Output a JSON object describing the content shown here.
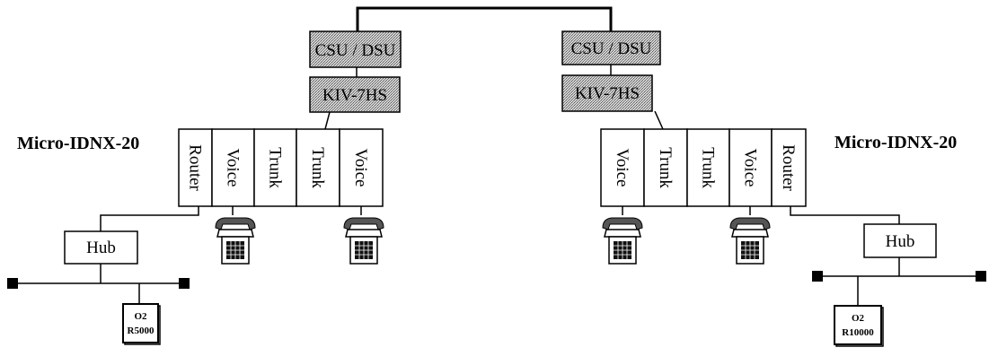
{
  "site_left": {
    "device_label": "Micro-IDNX-20",
    "csu_label": "CSU / DSU",
    "crypto_label": "KIV-7HS",
    "cards": [
      "Router",
      "Voice",
      "Trunk",
      "Trunk",
      "Voice"
    ],
    "hub_label": "Hub",
    "server_label_line1": "O2",
    "server_label_line2": "R5000"
  },
  "site_right": {
    "device_label": "Micro-IDNX-20",
    "csu_label": "CSU / DSU",
    "crypto_label": "KIV-7HS",
    "cards": [
      "Voice",
      "Trunk",
      "Trunk",
      "Voice",
      "Router"
    ],
    "hub_label": "Hub",
    "server_label_line1": "O2",
    "server_label_line2": "R10000"
  },
  "icons": {
    "telephone": "telephone-icon",
    "terminator": "lan-terminator-icon",
    "server": "workstation-icon"
  },
  "colors": {
    "line": "#000000",
    "box_fill": "#ffffff",
    "module_fill": "#b0b0b0"
  }
}
